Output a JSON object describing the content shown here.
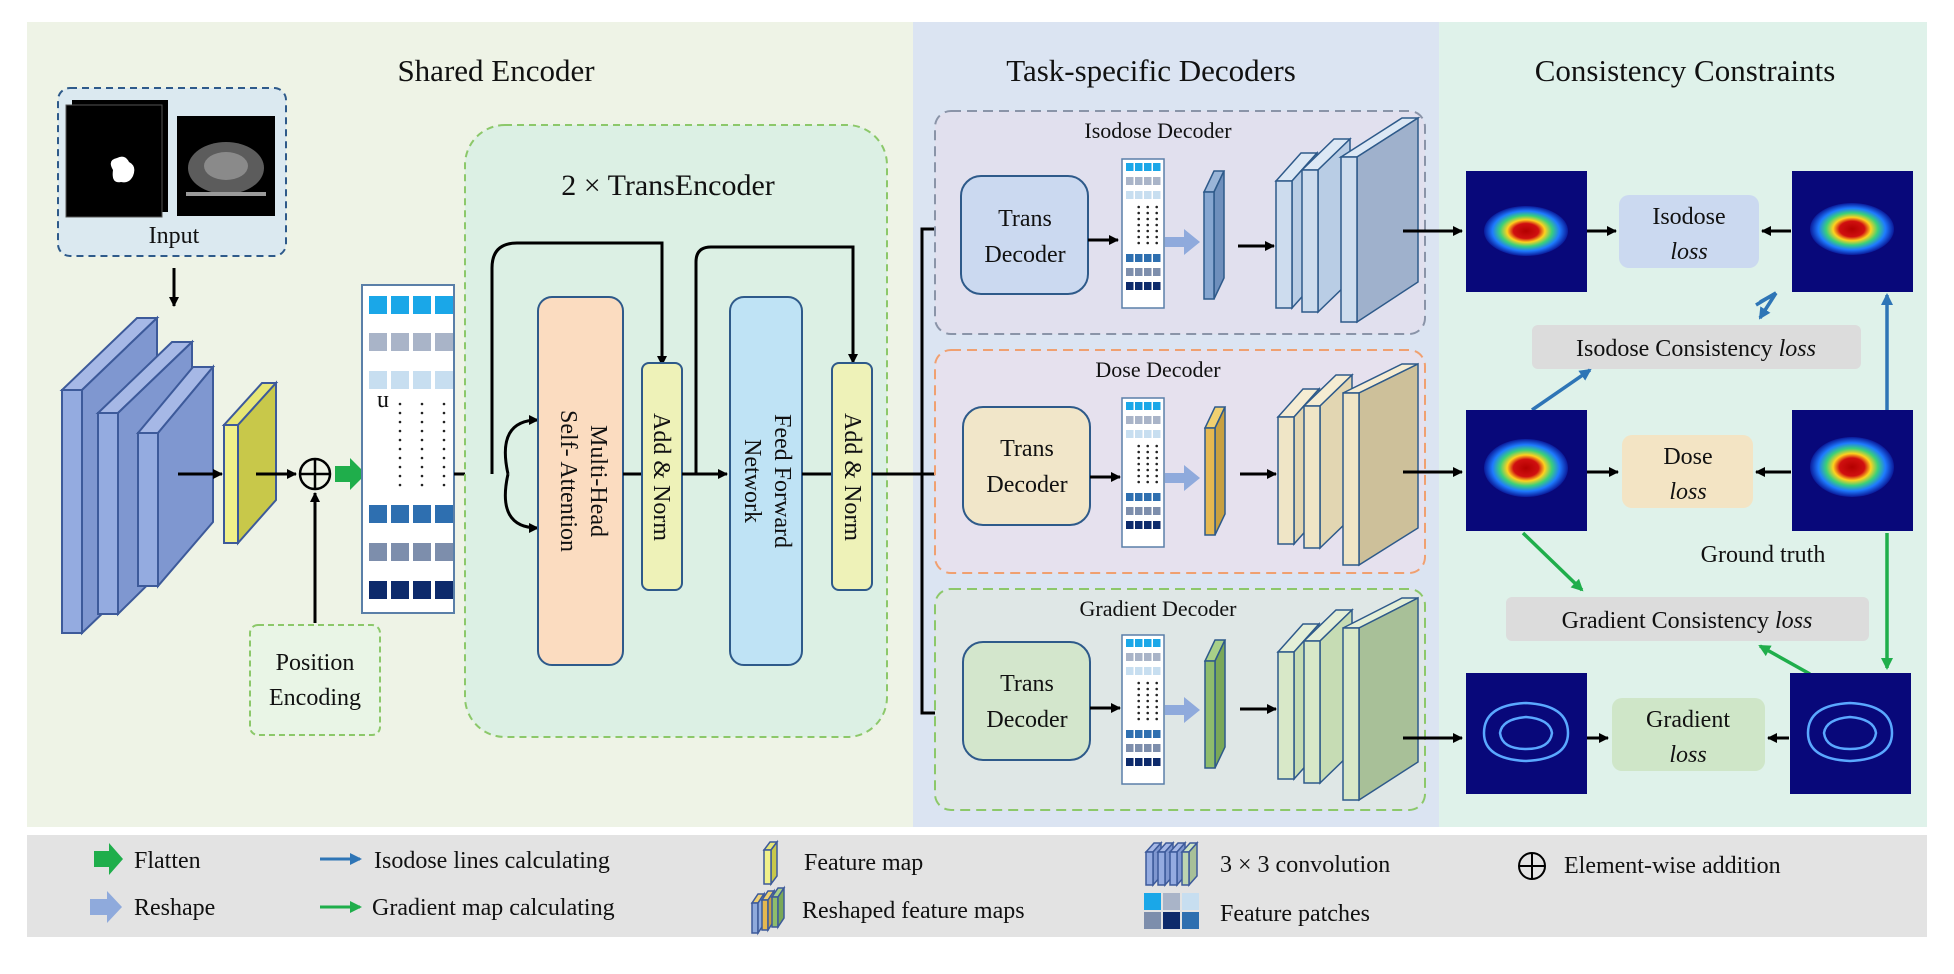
{
  "sections": {
    "shared_encoder": "Shared Encoder",
    "task_decoders": "Task-specific Decoders",
    "consistency": "Consistency Constraints"
  },
  "encoder": {
    "input_label": "Input",
    "position_line1": "Position",
    "position_line2": "Encoding",
    "patch_n": "n",
    "transencoder_title": "2 ×  TransEncoder",
    "mhsa_line1": "Multi-Head",
    "mhsa_line2": "Self- Attention",
    "add_norm": "Add & Norm",
    "ffn_line1": "Feed Forward",
    "ffn_line2": "Network"
  },
  "decoders": {
    "isodose_title": "Isodose Decoder",
    "dose_title": "Dose Decoder",
    "gradient_title": "Gradient Decoder",
    "trans_line1": "Trans",
    "trans_line2": "Decoder"
  },
  "constraints": {
    "isodose_loss_word": "Isodose",
    "dose_loss_word": "Dose",
    "gradient_loss_word": "Gradient",
    "loss": "loss",
    "isodose_consistency": "Isodose Consistency ",
    "gradient_consistency": "Gradient Consistency ",
    "ground_truth": "Ground truth"
  },
  "legend": {
    "flatten": "Flatten",
    "reshape": "Reshape",
    "isodose_lines": "Isodose lines calculating",
    "gradient_map": "Gradient map calculating",
    "feature_map": "Feature map",
    "reshaped_maps": "Reshaped feature maps",
    "conv": "3 × 3 convolution",
    "patches": "Feature patches",
    "element_add": "Element-wise addition"
  },
  "colors": {
    "encoder_bg": "#eef3e6",
    "decoder_bg": "#dbe4f2",
    "constraint_bg": "#dff2ea",
    "legend_bg": "#e3e3e3",
    "flatten_arrow": "#1fae4b",
    "reshape_arrow": "#8faadc",
    "isodose_arrow": "#2e75b6",
    "gradient_arrow": "#1fae4b"
  }
}
